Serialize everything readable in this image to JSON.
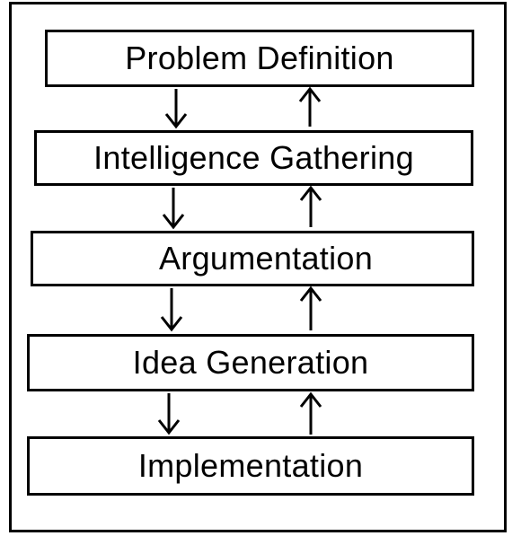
{
  "diagram": {
    "stages": [
      {
        "label": "Problem Definition"
      },
      {
        "label": "Intelligence Gathering"
      },
      {
        "label": "Argumentation"
      },
      {
        "label": "Idea Generation"
      },
      {
        "label": "Implementation"
      }
    ],
    "colors": {
      "stroke": "#000000",
      "background": "#ffffff"
    }
  }
}
